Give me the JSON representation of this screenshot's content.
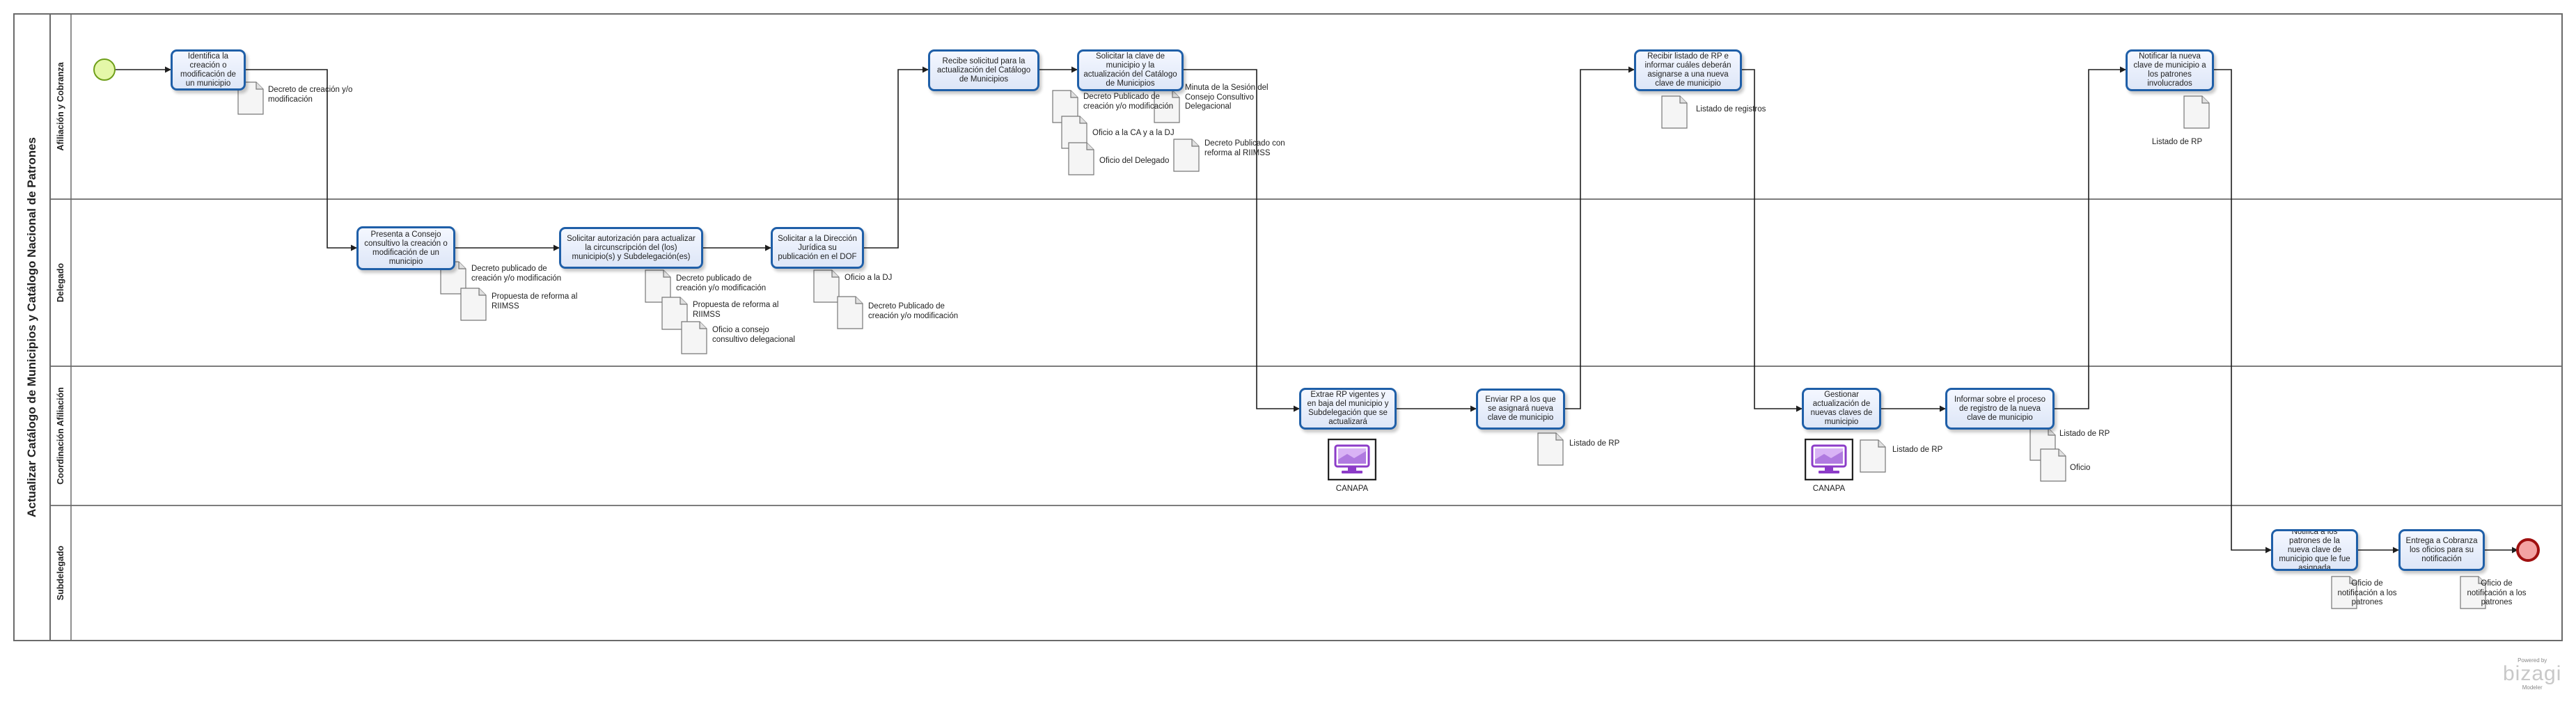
{
  "diagram": {
    "pool_title": "Actualizar Catálogo de Municipios y Catálogo Nacional de Patrones",
    "lanes": [
      {
        "id": "lane-afiliacion",
        "label": "Afiliación y Cobranza"
      },
      {
        "id": "lane-delegado",
        "label": "Delegado"
      },
      {
        "id": "lane-coordinacion",
        "label": "Coordinación Afiliación"
      },
      {
        "id": "lane-subdelegado",
        "label": "Subdelegado"
      }
    ],
    "tasks": [
      {
        "id": "t1",
        "label": "Identifica la creación o modificación de un municipio"
      },
      {
        "id": "t2",
        "label": "Presenta a Consejo consultivo la creación o modificación de un municipio"
      },
      {
        "id": "t3",
        "label": "Solicitar autorización para actualizar la circunscripción del (los) municipio(s) y Subdelegación(es)"
      },
      {
        "id": "t4",
        "label": "Solicitar a la Dirección Jurídica su publicación en el DOF"
      },
      {
        "id": "t5",
        "label": "Recibe solicitud para la actualización del Catálogo de Municipios"
      },
      {
        "id": "t6",
        "label": "Solicitar la clave de municipio y la actualización del Catálogo de Municipios"
      },
      {
        "id": "t7",
        "label": "Extrae RP vigentes y en baja del municipio y Subdelegación que se actualizará"
      },
      {
        "id": "t8",
        "label": "Enviar RP a los que se asignará nueva clave de municipio"
      },
      {
        "id": "t9",
        "label": "Recibir listado de RP e informar cuáles deberán asignarse a una nueva clave de municipio"
      },
      {
        "id": "t10",
        "label": "Gestionar actualización de nuevas claves de municipio"
      },
      {
        "id": "t11",
        "label": "Informar sobre el proceso de registro de la nueva clave de municipio"
      },
      {
        "id": "t12",
        "label": "Notificar la nueva clave de municipio a los patrones involucrados"
      },
      {
        "id": "t13",
        "label": "Notifica a los patrones de la nueva clave de municipio que le fue asignada"
      },
      {
        "id": "t14",
        "label": "Entrega a Cobranza los oficios para su notificación"
      }
    ],
    "documents": [
      {
        "id": "d1",
        "label": "Decreto de creación y/o modificación"
      },
      {
        "id": "d2",
        "label": "Decreto publicado de creación y/o modificación"
      },
      {
        "id": "d3",
        "label": "Propuesta de reforma al RIIMSS"
      },
      {
        "id": "d4",
        "label": "Decreto publicado de creación y/o modificación"
      },
      {
        "id": "d5",
        "label": "Propuesta de reforma al RIIMSS"
      },
      {
        "id": "d6",
        "label": "Oficio a consejo consultivo delegacional"
      },
      {
        "id": "d7",
        "label": "Oficio a la DJ"
      },
      {
        "id": "d8",
        "label": "Decreto Publicado de creación y/o modificación"
      },
      {
        "id": "d9",
        "label": "Decreto Publicado de creación y/o modificación"
      },
      {
        "id": "d10",
        "label": "Oficio a la CA y a la DJ"
      },
      {
        "id": "d11",
        "label": "Oficio del Delegado"
      },
      {
        "id": "d12",
        "label": "Minuta de la Sesión del Consejo Consultivo Delegacional"
      },
      {
        "id": "d13",
        "label": "Decreto Publicado con reforma al RIIMSS"
      },
      {
        "id": "d14",
        "label": "Listado de RP"
      },
      {
        "id": "d15",
        "label": "Listado de registros"
      },
      {
        "id": "d16",
        "label": "Listado de RP"
      },
      {
        "id": "d17",
        "label": "Listado de RP"
      },
      {
        "id": "d18",
        "label": "Oficio"
      },
      {
        "id": "d19",
        "label": "Listado de RP"
      },
      {
        "id": "d20",
        "label": "Oficio de notificación a los patrones"
      },
      {
        "id": "d21",
        "label": "Oficio de notificación a los patrones"
      }
    ],
    "systems": [
      {
        "id": "s1",
        "label": "CANAPA",
        "icon": "computer-monitor-icon"
      },
      {
        "id": "s2",
        "label": "CANAPA",
        "icon": "computer-monitor-icon"
      }
    ],
    "events": [
      {
        "id": "start",
        "type": "start"
      },
      {
        "id": "end",
        "type": "end"
      }
    ],
    "colors": {
      "task_border": "#1f5fa8",
      "task_fill": "#e6edf9",
      "start_fill": "#e4f7a8",
      "start_stroke": "#6f9f1a",
      "end_fill": "#f3a3a3",
      "end_stroke": "#a01010",
      "lane_border": "#6b6b6b",
      "connector": "#1e1e1e",
      "system_icon": "#8c3cc8"
    }
  },
  "branding": {
    "powered_by": "Powered by",
    "logo": "bizagi",
    "edition": "Modeler"
  }
}
